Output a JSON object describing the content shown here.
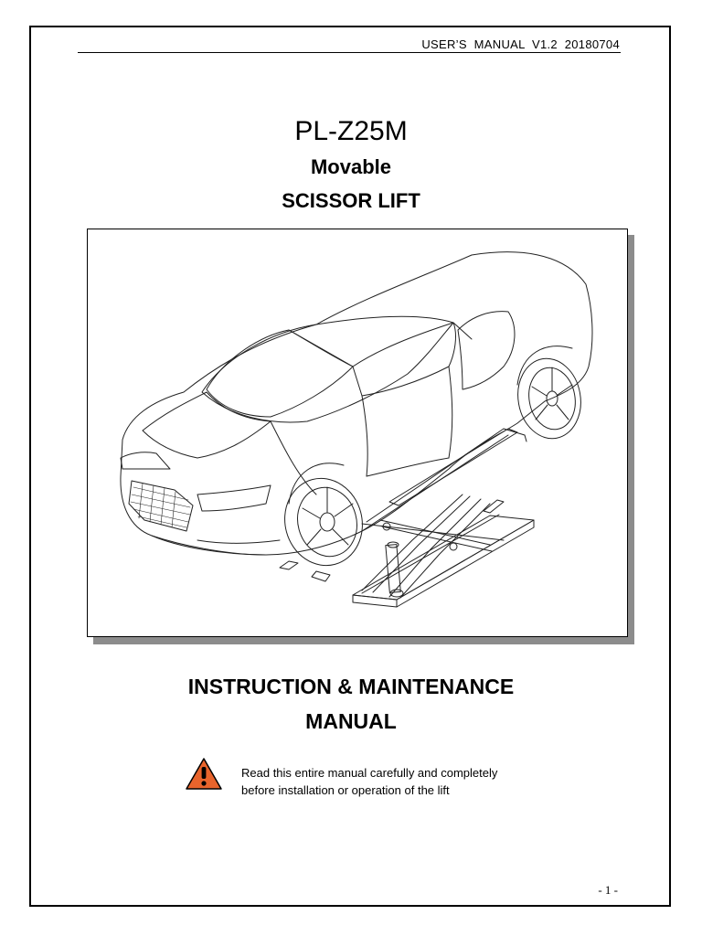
{
  "header": {
    "manual_version": "USER’S  MANUAL  V1.2  20180704"
  },
  "title": {
    "model": "PL-Z25M",
    "subtitle_line1": "Movable",
    "subtitle_line2": "SCISSOR LIFT"
  },
  "illustration": {
    "subject": "car-on-scissor-lift-drawing"
  },
  "main_title": {
    "line1": "INSTRUCTION & MAINTENANCE",
    "line2": "MANUAL"
  },
  "notice": {
    "icon": "warning-icon",
    "icon_color": "#e8642c",
    "line1": "Read this entire manual carefully and completely",
    "line2": "before installation or operation of the lift"
  },
  "footer": {
    "page_number": "- 1 -"
  }
}
